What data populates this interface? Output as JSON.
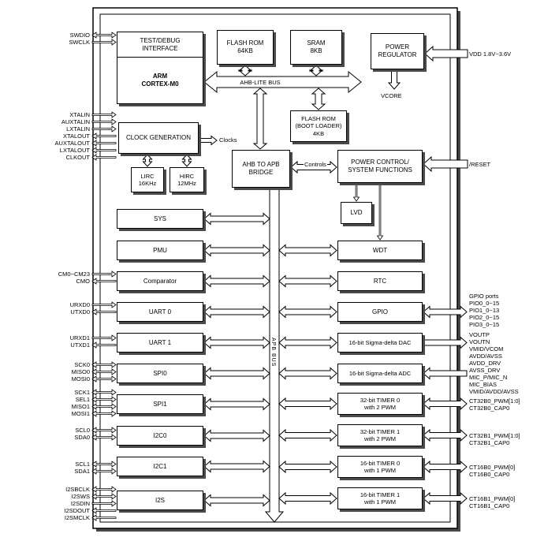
{
  "colors": {
    "ink": "#000000",
    "paper": "#ffffff",
    "shadow": "#4a4a4a"
  },
  "blocks": {
    "test_debug": "TEST/DEBUG\nINTERFACE",
    "cpu": "ARM\nCORTEX-M0",
    "flash_rom": "FLASH ROM\n64KB",
    "sram": "SRAM\n8KB",
    "power_regulator": "POWER\nREGULATOR",
    "boot_flash": "FLASH ROM\n(BOOT LOADER)\n4KB",
    "clock_generation": "CLOCK GENERATION",
    "lirc": "LIRC\n16KHz",
    "hirc": "HIRC\n12MHz",
    "ahb_apb_bridge": "AHB TO APB\nBRIDGE",
    "power_control": "POWER CONTROL/\nSYSTEM FUNCTIONS",
    "lvd": "LVD"
  },
  "buses": {
    "ahb": "AHB-LITE BUS",
    "apb": "APB BUS"
  },
  "labels": {
    "clocks": "Clocks",
    "controls": "Controls",
    "vcore": "VCORE"
  },
  "left_peripherals": [
    "SYS",
    "PMU",
    "Comparator",
    "UART 0",
    "UART 1",
    "SPI0",
    "SPI1",
    "I2C0",
    "I2C1",
    "I2S"
  ],
  "right_peripherals": [
    "WDT",
    "RTC",
    "GPIO",
    "16-bit Sigma-delta DAC",
    "16-bit Sigma-delta ADC",
    "32-bit TIMER 0\nwith 2 PWM",
    "32-bit TIMER 1\nwith 2 PWM",
    "16-bit TIMER 0\nwith 1 PWM",
    "16-bit TIMER 1\nwith 1 PWM"
  ],
  "left_pins": {
    "swd": [
      "SWDIO",
      "SWCLK"
    ],
    "clock": [
      "XTALIN",
      "AUXTALIN",
      "LXTALIN",
      "XTALOUT",
      "AUXTALOUT",
      "LXTALOUT",
      "CLKOUT"
    ],
    "comparator": [
      "CM0~CM23",
      "CMO"
    ],
    "uart0": [
      "URXD0",
      "UTXD0"
    ],
    "uart1": [
      "URXD1",
      "UTXD1"
    ],
    "spi0": [
      "SCK0",
      "MISO0",
      "MOSI0"
    ],
    "spi1": [
      "SCK1",
      "SEL1",
      "MISO1",
      "MOSI1"
    ],
    "i2c0": [
      "SCL0",
      "SDA0"
    ],
    "i2c1": [
      "SCL1",
      "SDA1"
    ],
    "i2s": [
      "I2SBCLK",
      "I2SWS",
      "I2SDIN",
      "I2SDOUT",
      "I2SMCLK"
    ]
  },
  "right_pins": {
    "vdd": [
      "VDD 1.8V~3.6V"
    ],
    "reset": [
      "/RESET"
    ],
    "gpio": [
      "GPIO ports",
      "PIO0_0~15",
      "PIO1_0~13",
      "PIO2_0~15",
      "PIO3_0~15"
    ],
    "dac": [
      "VOUTP",
      "VOUTN",
      "VMID/VCOM",
      "AVDD/AVSS",
      "AVDD_DRV",
      "AVSS_DRV"
    ],
    "adc": [
      "MIC_P/MIC_N",
      "MIC_BIAS",
      "VMID/AVDD/AVSS"
    ],
    "t32b0": [
      "CT32B0_PWM[1:0]",
      "CT32B0_CAP0"
    ],
    "t32b1": [
      "CT32B1_PWM[1:0]",
      "CT32B1_CAP0"
    ],
    "t16b0": [
      "CT16B0_PWM[0]",
      "CT16B0_CAP0"
    ],
    "t16b1": [
      "CT16B1_PWM[0]",
      "CT16B1_CAP0"
    ]
  }
}
